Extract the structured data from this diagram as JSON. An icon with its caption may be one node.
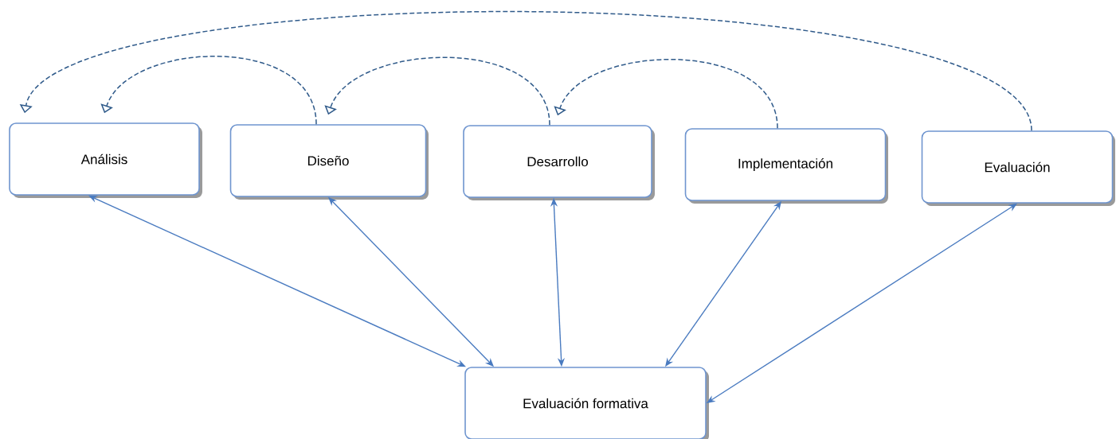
{
  "diagram": {
    "nodes": [
      {
        "text": [
          "Análisis"
        ]
      },
      {
        "text": [
          "Diseño"
        ]
      },
      {
        "text": [
          "Desarrollo"
        ]
      },
      {
        "text": [
          "Implementación"
        ]
      },
      {
        "text": [
          "Evaluación"
        ]
      },
      {
        "text": [
          "Evaluación formativa"
        ]
      }
    ],
    "edges": [
      {
        "from": 0,
        "to": 5,
        "arrow": "both"
      },
      {
        "from": 1,
        "to": 5,
        "arrow": "both"
      },
      {
        "from": 2,
        "to": 5,
        "arrow": "both"
      },
      {
        "from": 3,
        "to": 5,
        "arrow": "both"
      },
      {
        "from": 4,
        "to": 5,
        "arrow": "both"
      },
      {
        "from": 4,
        "to": 0,
        "arrow": "to",
        "style": "dashed",
        "color": "#2f5a8a"
      },
      {
        "from": 1,
        "to": 0,
        "arrow": "to",
        "style": "dashed",
        "color": "#2f5a8a"
      },
      {
        "from": 2,
        "to": 1,
        "arrow": "to",
        "style": "dashed",
        "color": "#2f5a8a"
      },
      {
        "from": 3,
        "to": 2,
        "arrow": "to",
        "style": "dashed",
        "color": "#2f5a8a"
      }
    ]
  }
}
